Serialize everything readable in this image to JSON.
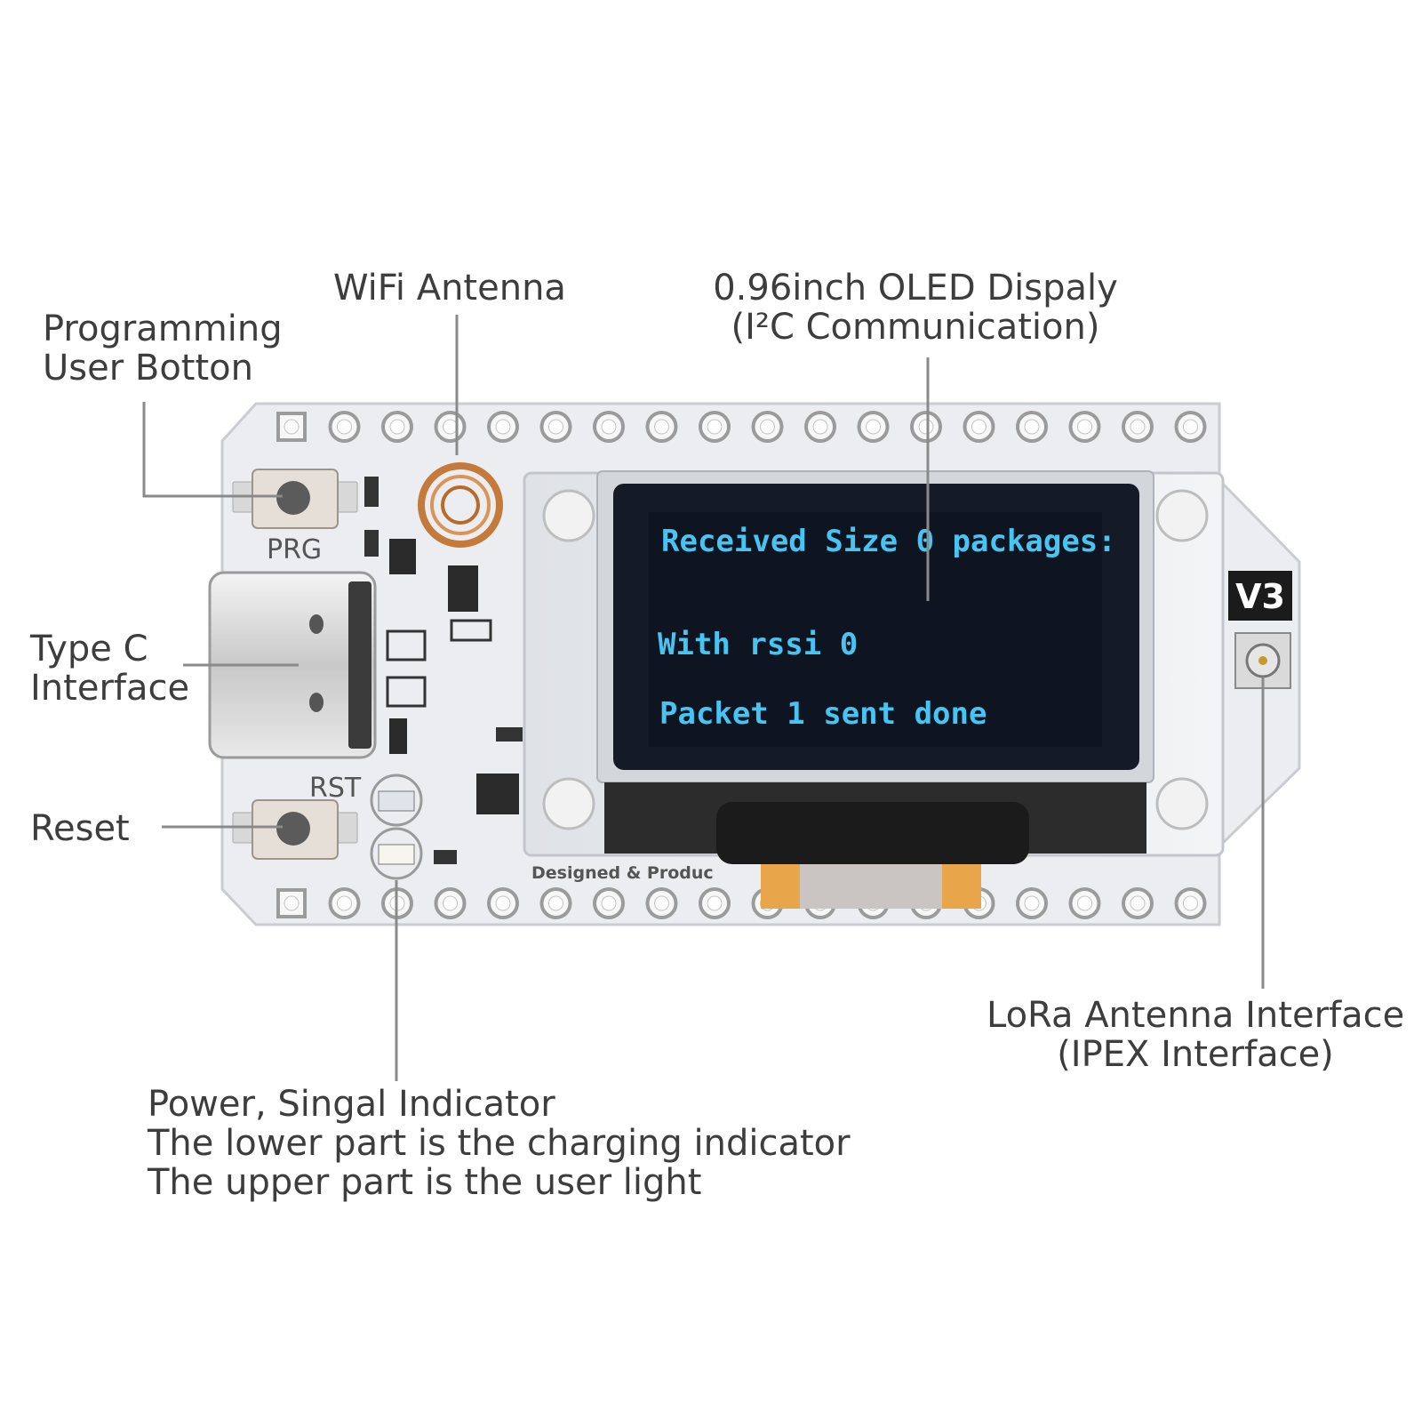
{
  "callouts": {
    "programming_button": [
      "Programming",
      "User Botton"
    ],
    "wifi_antenna": "WiFi Antenna",
    "oled_display": [
      "0.96inch OLED Dispaly",
      "(I²C Communication)"
    ],
    "type_c": [
      "Type C",
      "Interface"
    ],
    "reset": "Reset",
    "power_indicator": [
      "Power, Singal Indicator",
      "The lower part is the charging indicator",
      "The upper part is the user light"
    ],
    "lora_antenna": [
      "LoRa Antenna Interface",
      "(IPEX Interface)"
    ]
  },
  "board": {
    "version_badge": "V3",
    "prg_label": "PRG",
    "rst_label": "RST",
    "silk_text": "Designed & Produc",
    "pin_count_per_row": 18
  },
  "oled_screen": {
    "lines": [
      "Received Size 0 packages:",
      "With rssi 0",
      "Packet 1 sent done"
    ]
  },
  "colors": {
    "board": "#ecedf0",
    "oled_text": "#47c4f2",
    "oled_bg": "#0e1420",
    "copper_coil": "#c47a3a",
    "leader_line": "#8a8a8a"
  }
}
